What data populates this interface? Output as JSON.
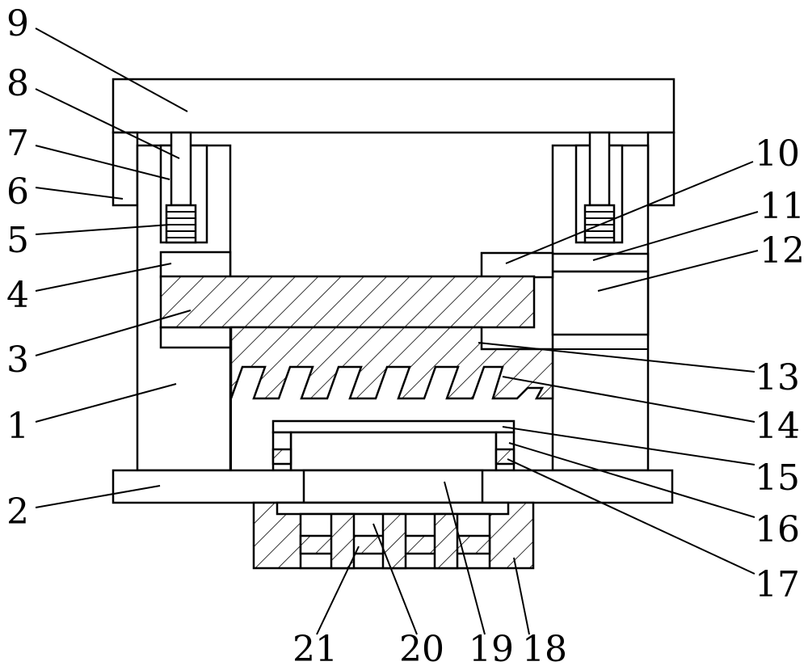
{
  "colors": {
    "stroke": "#000000",
    "background": "#ffffff"
  },
  "labels": {
    "n1": "1",
    "n2": "2",
    "n3": "3",
    "n4": "4",
    "n5": "5",
    "n6": "6",
    "n7": "7",
    "n8": "8",
    "n9": "9",
    "n10": "10",
    "n11": "11",
    "n12": "12",
    "n13": "13",
    "n14": "14",
    "n15": "15",
    "n16": "16",
    "n17": "17",
    "n18": "18",
    "n19": "19",
    "n20": "20",
    "n21": "21"
  }
}
